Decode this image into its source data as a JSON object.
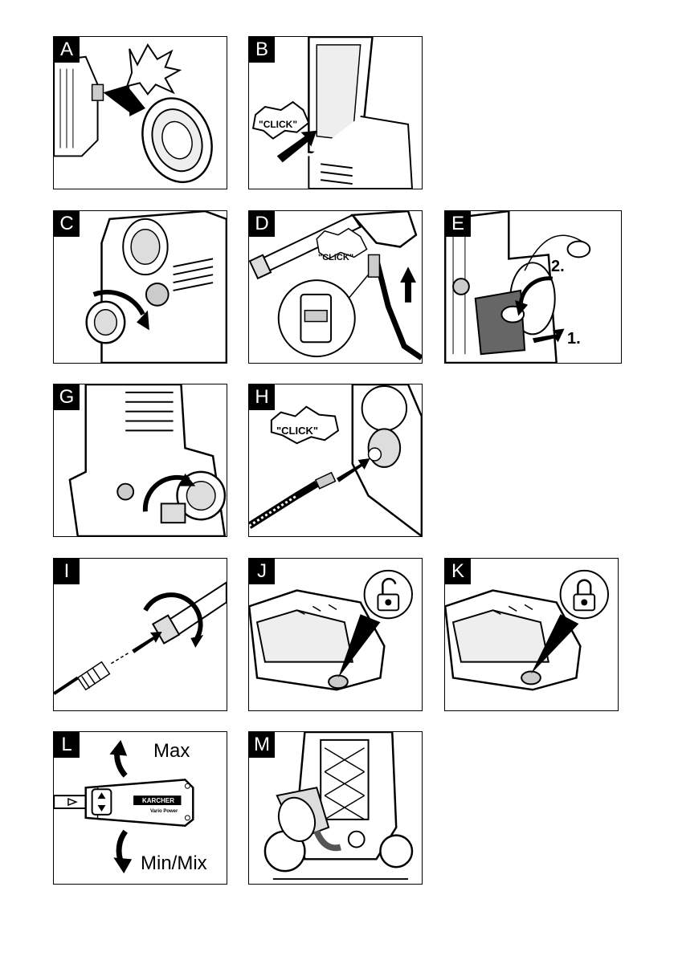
{
  "panels": {
    "A": {
      "letter": "A"
    },
    "B": {
      "letter": "B",
      "callout": "\"CLICK\""
    },
    "C": {
      "letter": "C"
    },
    "D": {
      "letter": "D",
      "callout": "\"CLICK\""
    },
    "E": {
      "letter": "E",
      "step1": "1.",
      "step2": "2."
    },
    "G": {
      "letter": "G"
    },
    "H": {
      "letter": "H",
      "callout": "\"CLICK\""
    },
    "I": {
      "letter": "I"
    },
    "J": {
      "letter": "J"
    },
    "K": {
      "letter": "K"
    },
    "L": {
      "letter": "L",
      "max": "Max",
      "min": "Min/Mix",
      "brand": "KARCHER",
      "model": "Vario Power"
    },
    "M": {
      "letter": "M"
    }
  }
}
